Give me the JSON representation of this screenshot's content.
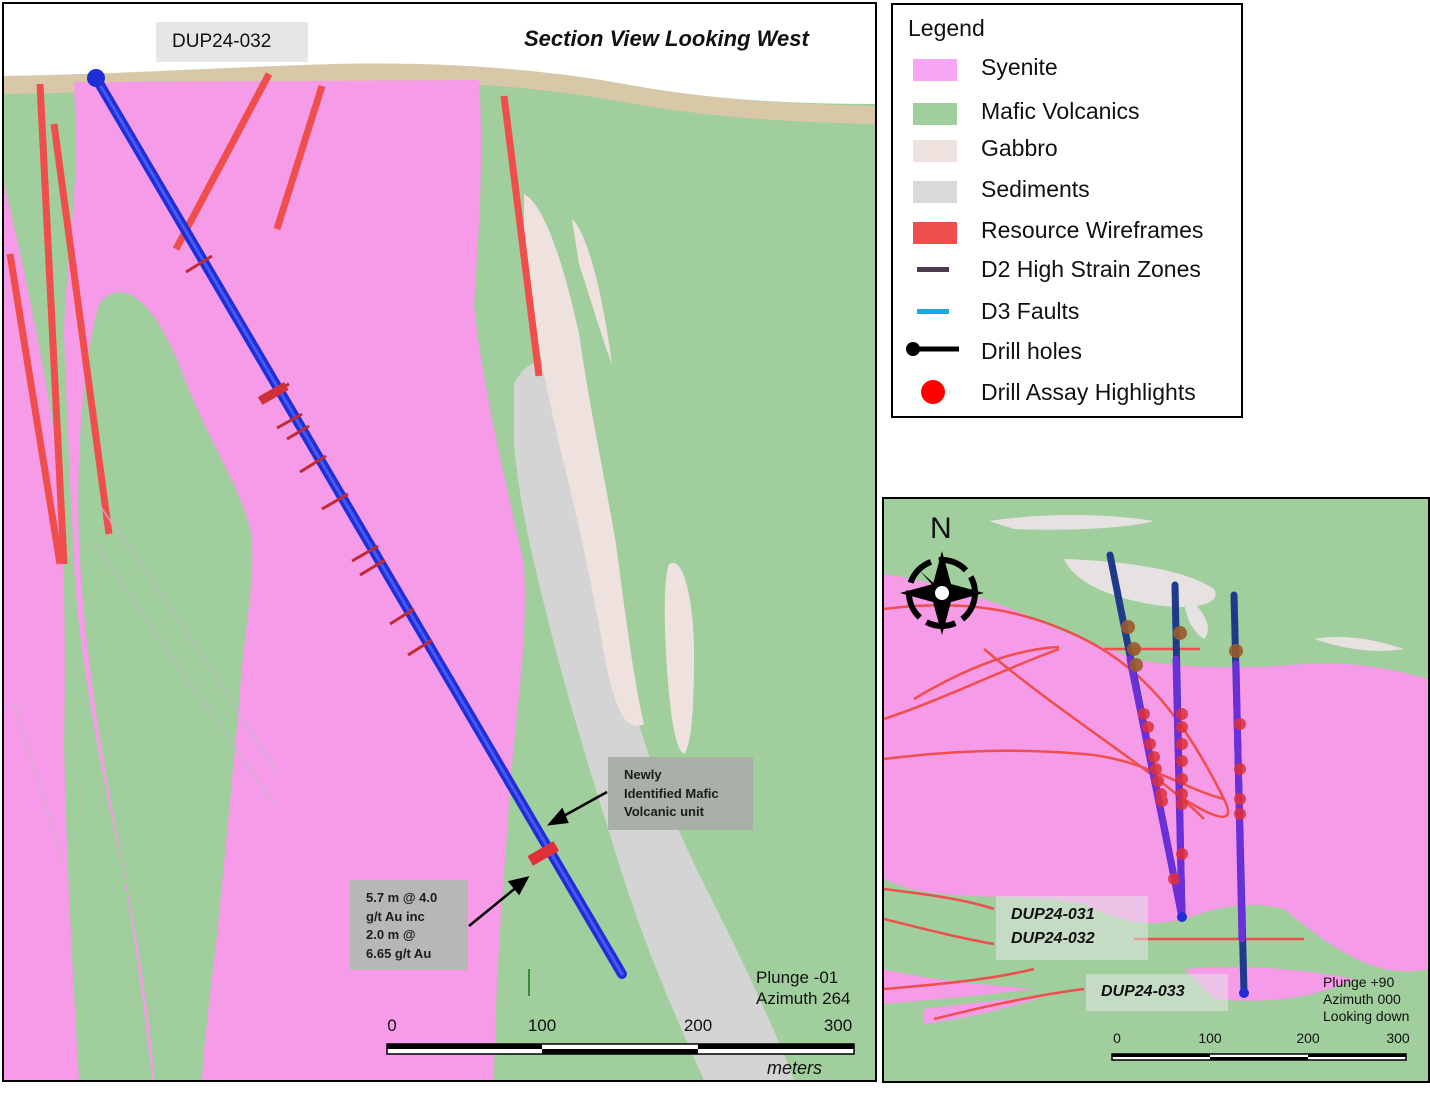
{
  "section_view": {
    "hole_label": "DUP24-032",
    "title": "Section View Looking West",
    "callout_mafic": [
      "Newly",
      "Identified Mafic",
      "Volcanic unit"
    ],
    "callout_assay": [
      "5.7 m @ 4.0",
      "g/t Au inc",
      "2.0 m @",
      "6.65 g/t Au"
    ],
    "orientation": [
      "Plunge -01",
      "Azimuth 264"
    ],
    "scale": {
      "ticks": [
        "0",
        "100",
        "200",
        "300"
      ],
      "unit": "meters"
    }
  },
  "plan_view": {
    "north_label": "N",
    "hole_labels": [
      "DUP24-031",
      "DUP24-032",
      "DUP24-033"
    ],
    "orientation": [
      "Plunge +90",
      "Azimuth 000",
      "Looking down"
    ],
    "scale": {
      "ticks": [
        "0",
        "100",
        "200",
        "300"
      ]
    }
  },
  "legend": {
    "title": "Legend",
    "items": [
      {
        "label": "Syenite",
        "color": "#f9a6f7",
        "symbol": "fill"
      },
      {
        "label": "Mafic Volcanics",
        "color": "#a0ce9c",
        "symbol": "fill"
      },
      {
        "label": "Gabbro",
        "color": "#efe2de",
        "symbol": "fill"
      },
      {
        "label": "Sediments",
        "color": "#d9d9d9",
        "symbol": "fill"
      },
      {
        "label": "Resource Wireframes",
        "color": "#f04d4d",
        "symbol": "fill"
      },
      {
        "label": "D2 High Strain Zones",
        "color": "#4d3a4c",
        "symbol": "line"
      },
      {
        "label": "D3 Faults",
        "color": "#1aa7e6",
        "symbol": "line"
      },
      {
        "label": "Drill holes",
        "color": "#000000",
        "symbol": "drillhole"
      },
      {
        "label": "Drill Assay Highlights",
        "color": "#ff0000",
        "symbol": "dot"
      }
    ]
  },
  "colors": {
    "syenite": "#f59be8",
    "mafic": "#a0ce9c",
    "gabbro": "#efe2de",
    "sediments": "#d4d4d4",
    "overburden": "#d8c8a8",
    "drillhole": "#1f2fd8",
    "assay": "#e0303a"
  }
}
